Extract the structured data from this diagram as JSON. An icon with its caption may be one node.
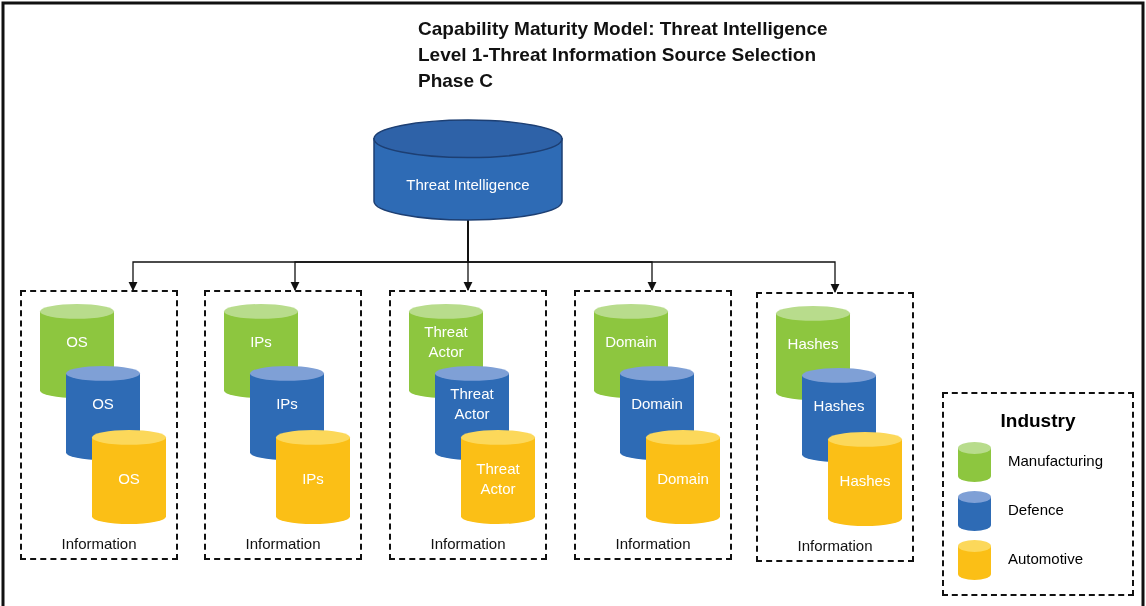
{
  "diagram": {
    "title": "Capability Maturity Model: Threat Intelligence",
    "nodes": [
      {
        "text": [
          "Threat Intelligence"
        ]
      },
      {
        "text": [
          "Information"
        ]
      },
      {
        "text": [
          "OS"
        ],
        "in": 1
      },
      {
        "text": [
          "OS"
        ],
        "in": 1
      },
      {
        "text": [
          "OS"
        ],
        "in": 1
      },
      {
        "text": [
          "Information"
        ]
      },
      {
        "text": [
          "IPs"
        ],
        "in": 5
      },
      {
        "text": [
          "IPs"
        ],
        "in": 5
      },
      {
        "text": [
          "IPs"
        ],
        "in": 5
      },
      {
        "text": [
          "Information"
        ]
      },
      {
        "text": [
          "Threat Actor"
        ],
        "in": 9
      },
      {
        "text": [
          "Threat Actor"
        ],
        "in": 9
      },
      {
        "text": [
          "Threat Actor"
        ],
        "in": 9
      },
      {
        "text": [
          "Information"
        ]
      },
      {
        "text": [
          "Domain"
        ],
        "in": 13
      },
      {
        "text": [
          "Domain"
        ],
        "in": 13
      },
      {
        "text": [
          "Domain"
        ],
        "in": 13
      },
      {
        "text": [
          "Information"
        ]
      },
      {
        "text": [
          "Hashes"
        ],
        "in": 17
      },
      {
        "text": [
          "Hashes"
        ],
        "in": 17
      },
      {
        "text": [
          "Hashes"
        ],
        "in": 17
      }
    ],
    "edges": [
      {
        "from": 0,
        "to": 1,
        "arrow": "to"
      },
      {
        "from": 0,
        "to": 5,
        "arrow": "to"
      },
      {
        "from": 0,
        "to": 9,
        "arrow": "to"
      },
      {
        "from": 0,
        "to": 13,
        "arrow": "to"
      },
      {
        "from": 0,
        "to": 17,
        "arrow": "to"
      }
    ],
    "labels": [
      "Level 1-Threat Information Source Selection",
      "Phase C",
      "Industry"
    ],
    "legend": [
      {
        "text": "Manufacturing",
        "color": "#8dc63f"
      },
      {
        "text": "Defence",
        "color": "#2e6bb5"
      },
      {
        "text": "Automotive",
        "color": "#fbbf16"
      }
    ]
  }
}
